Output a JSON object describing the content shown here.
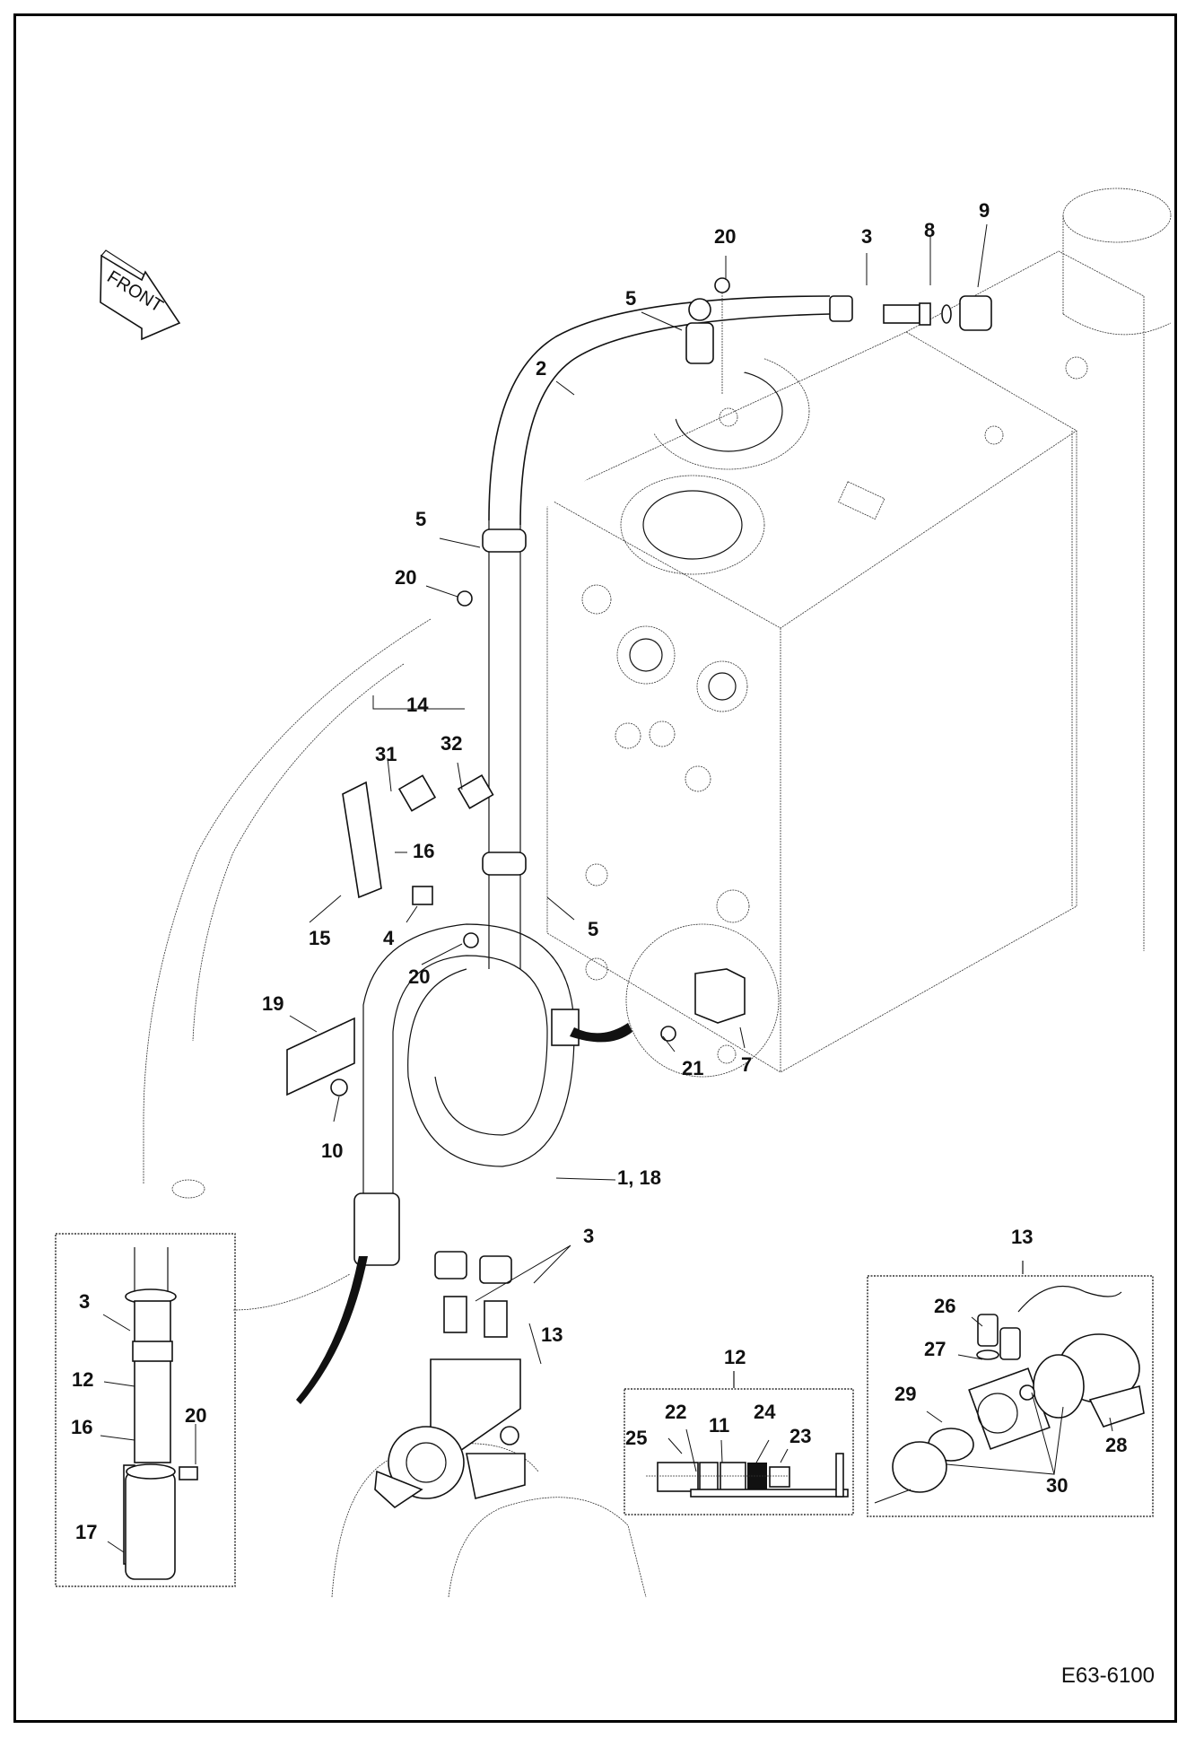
{
  "diagram": {
    "title_badge": "FRONT",
    "drawing_id": "E63-6100",
    "callouts": [
      {
        "id": "c20a",
        "label": "20"
      },
      {
        "id": "c3a",
        "label": "3"
      },
      {
        "id": "c8",
        "label": "8"
      },
      {
        "id": "c9",
        "label": "9"
      },
      {
        "id": "c5a",
        "label": "5"
      },
      {
        "id": "c2",
        "label": "2"
      },
      {
        "id": "c5b",
        "label": "5"
      },
      {
        "id": "c20b",
        "label": "20"
      },
      {
        "id": "c14",
        "label": "14"
      },
      {
        "id": "c31",
        "label": "31"
      },
      {
        "id": "c32",
        "label": "32"
      },
      {
        "id": "c16a",
        "label": "16"
      },
      {
        "id": "c15",
        "label": "15"
      },
      {
        "id": "c4",
        "label": "4"
      },
      {
        "id": "c5c",
        "label": "5"
      },
      {
        "id": "c20c",
        "label": "20"
      },
      {
        "id": "c19",
        "label": "19"
      },
      {
        "id": "c10",
        "label": "10"
      },
      {
        "id": "c21",
        "label": "21"
      },
      {
        "id": "c7",
        "label": "7"
      },
      {
        "id": "c118",
        "label": "1, 18"
      },
      {
        "id": "c3b",
        "label": "3"
      },
      {
        "id": "c13a",
        "label": "13"
      },
      {
        "id": "c3c",
        "label": "3"
      },
      {
        "id": "c12a",
        "label": "12"
      },
      {
        "id": "c16b",
        "label": "16"
      },
      {
        "id": "c20d",
        "label": "20"
      },
      {
        "id": "c17",
        "label": "17"
      },
      {
        "id": "c12b",
        "label": "12"
      },
      {
        "id": "c25",
        "label": "25"
      },
      {
        "id": "c22",
        "label": "22"
      },
      {
        "id": "c11",
        "label": "11"
      },
      {
        "id": "c24",
        "label": "24"
      },
      {
        "id": "c23",
        "label": "23"
      },
      {
        "id": "c13b",
        "label": "13"
      },
      {
        "id": "c26",
        "label": "26"
      },
      {
        "id": "c27",
        "label": "27"
      },
      {
        "id": "c29",
        "label": "29"
      },
      {
        "id": "c28",
        "label": "28"
      },
      {
        "id": "c30",
        "label": "30"
      }
    ]
  }
}
